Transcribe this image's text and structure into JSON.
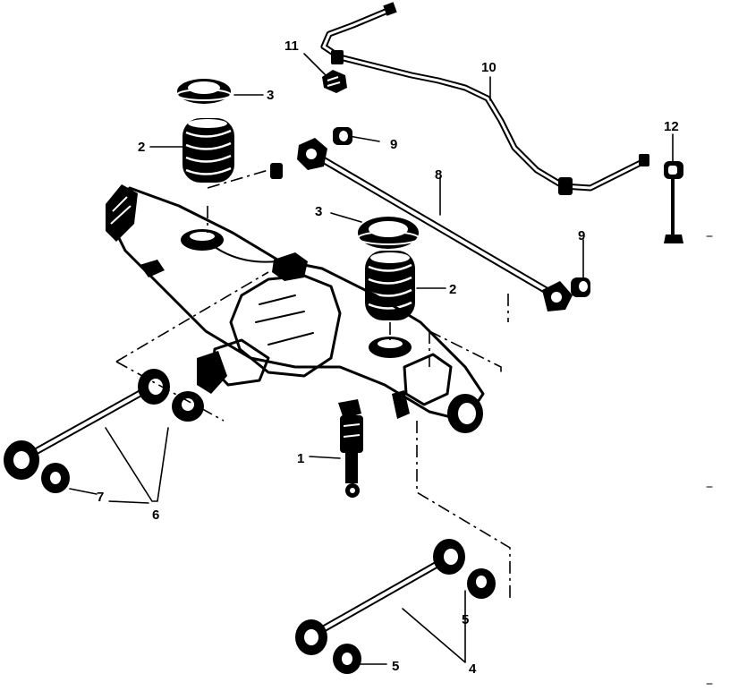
{
  "diagram": {
    "callouts": {
      "c1": "1",
      "c2a": "2",
      "c2b": "2",
      "c3a": "3",
      "c3b": "3",
      "c4": "4",
      "c5a": "5",
      "c5b": "5",
      "c6": "6",
      "c7": "7",
      "c8": "8",
      "c9a": "9",
      "c9b": "9",
      "c10": "10",
      "c11": "11",
      "c12": "12"
    }
  }
}
